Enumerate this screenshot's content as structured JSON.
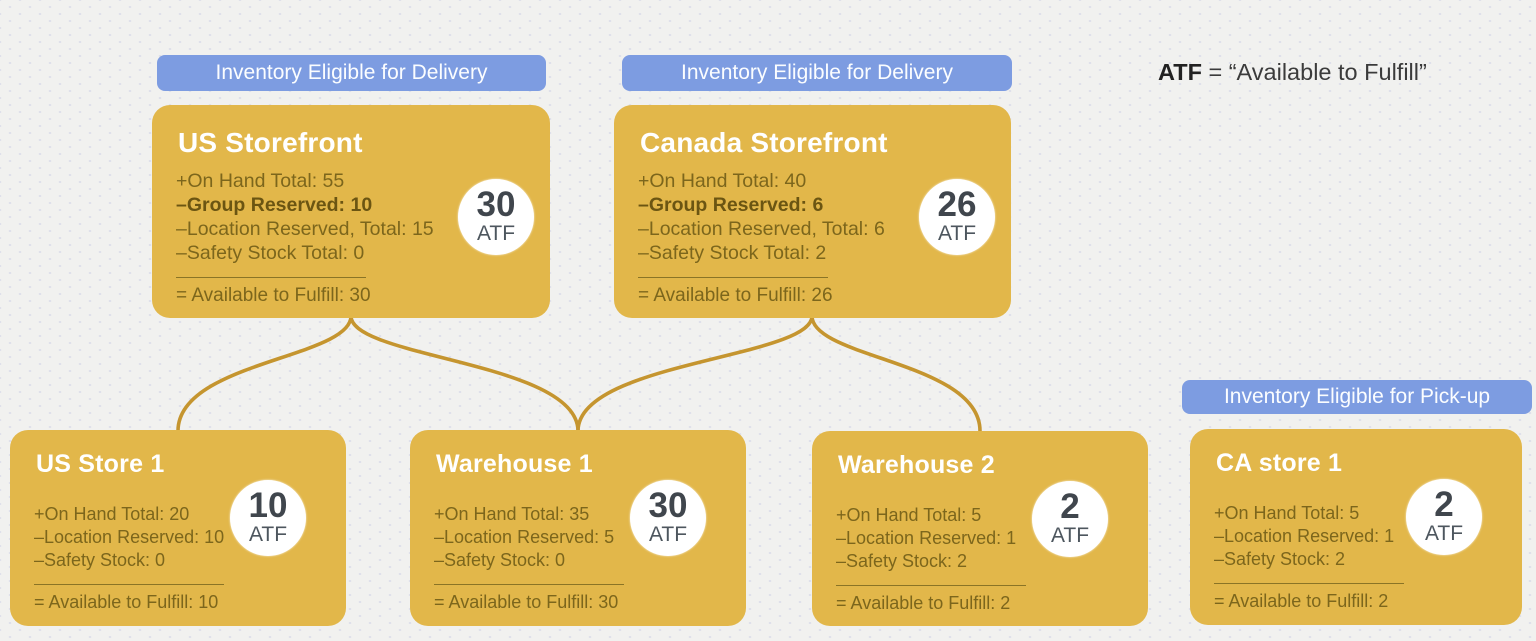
{
  "colors": {
    "background": "#f1f1ef",
    "card_gold": "#e2b74a",
    "pill_blue": "#7d9ce1",
    "connector_gold": "#c5952f",
    "body_text": "#7c661c",
    "title_text": "#ffffff",
    "atf_number": "#40464d"
  },
  "legend": {
    "term": "ATF",
    "rest": " = “Available to Fulfill”"
  },
  "pills": {
    "delivery": "Inventory Eligible for Delivery",
    "pickup": "Inventory Eligible for Pick-up"
  },
  "nodes": {
    "us_storefront": {
      "title": "US Storefront",
      "line1": "+On Hand Total: 55",
      "line2": "–Group Reserved: 10",
      "line3": "–Location Reserved, Total: 15",
      "line4": "–Safety Stock Total: 0",
      "result": "= Available to Fulfill: 30",
      "atf_value": "30",
      "atf_label": "ATF"
    },
    "canada_storefront": {
      "title": "Canada Storefront",
      "line1": "+On Hand Total: 40",
      "line2": "–Group Reserved: 6",
      "line3": "–Location Reserved, Total: 6",
      "line4": "–Safety Stock Total: 2",
      "result": "= Available to Fulfill: 26",
      "atf_value": "26",
      "atf_label": "ATF"
    },
    "us_store_1": {
      "title": "US Store 1",
      "line1": "+On Hand Total: 20",
      "line2": "–Location Reserved: 10",
      "line3": "–Safety Stock: 0",
      "result": "= Available to Fulfill: 10",
      "atf_value": "10",
      "atf_label": "ATF"
    },
    "warehouse_1": {
      "title": "Warehouse 1",
      "line1": "+On Hand Total: 35",
      "line2": "–Location Reserved: 5",
      "line3": "–Safety Stock: 0",
      "result": "= Available to Fulfill: 30",
      "atf_value": "30",
      "atf_label": "ATF"
    },
    "warehouse_2": {
      "title": "Warehouse 2",
      "line1": "+On Hand Total: 5",
      "line2": "–Location Reserved: 1",
      "line3": "–Safety Stock: 2",
      "result": "= Available to Fulfill: 2",
      "atf_value": "2",
      "atf_label": "ATF"
    },
    "ca_store_1": {
      "title": "CA store 1",
      "line1": "+On Hand Total: 5",
      "line2": "–Location Reserved: 1",
      "line3": "–Safety Stock: 2",
      "result": "= Available to Fulfill: 2",
      "atf_value": "2",
      "atf_label": "ATF"
    }
  }
}
